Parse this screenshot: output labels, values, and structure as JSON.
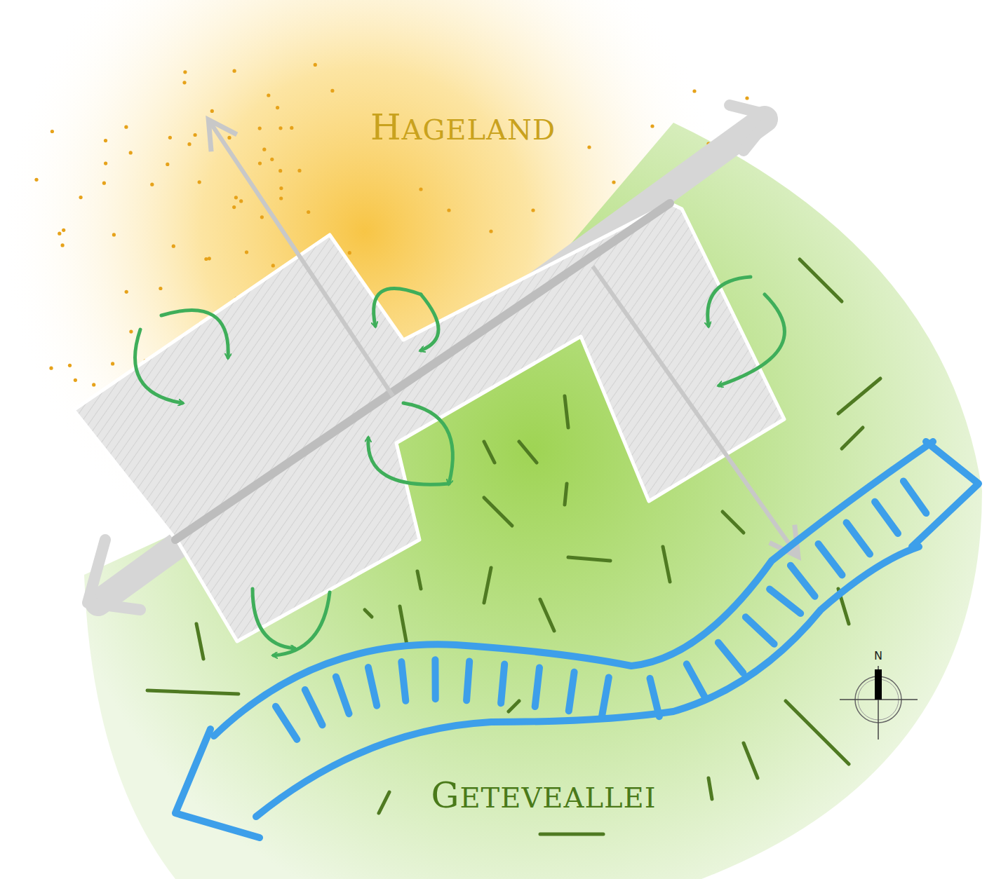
{
  "diagram": {
    "labels": [
      "HAGELAND",
      "GETEVEALLEI",
      "N"
    ]
  }
}
